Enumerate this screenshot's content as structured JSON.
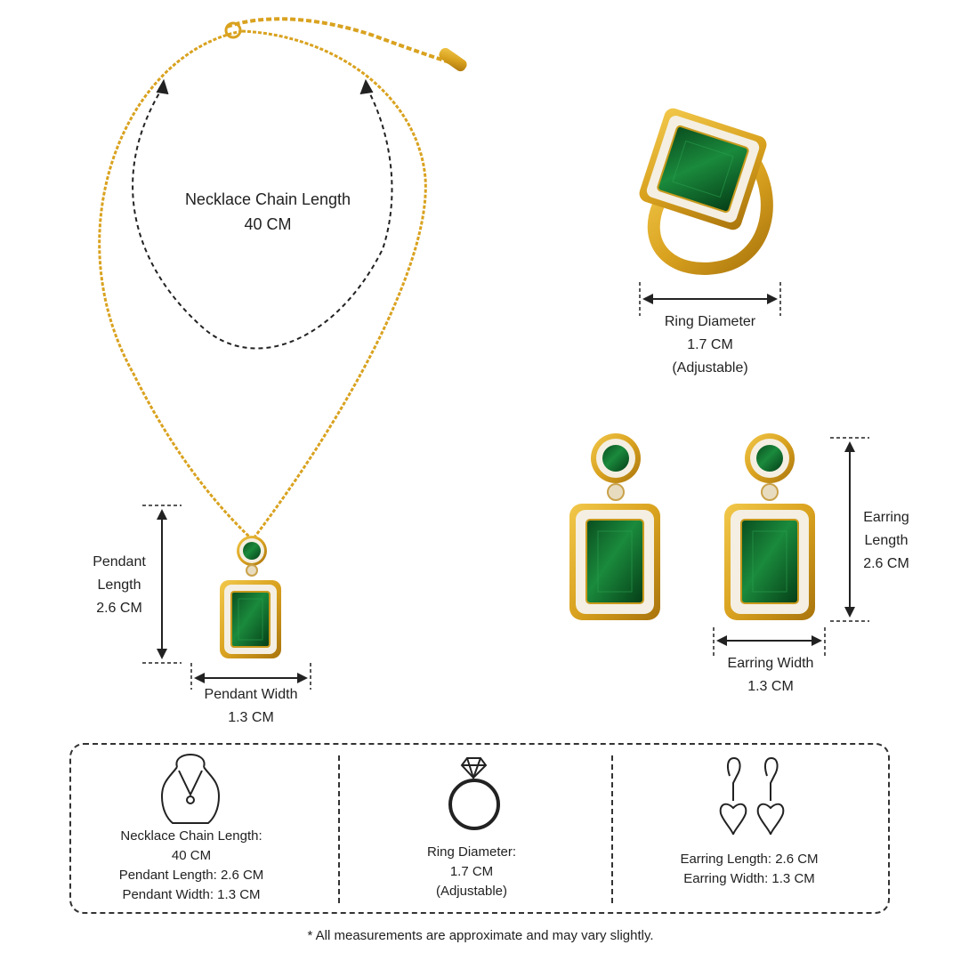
{
  "necklace": {
    "chain_label": "Necklace Chain Length",
    "chain_value": "40 CM",
    "pendant_length_label": "Pendant",
    "pendant_length_label2": "Length",
    "pendant_length_value": "2.6 CM",
    "pendant_width_label": "Pendant Width",
    "pendant_width_value": "1.3 CM"
  },
  "ring": {
    "diameter_label": "Ring Diameter",
    "diameter_value": "1.7 CM",
    "note": "(Adjustable)"
  },
  "earrings": {
    "length_label": "Earring",
    "length_label2": "Length",
    "length_value": "2.6 CM",
    "width_label": "Earring Width",
    "width_value": "1.3 CM"
  },
  "summary": {
    "necklace_lines": [
      "Necklace Chain Length:",
      "40 CM",
      "Pendant Length: 2.6 CM",
      "Pendant Width: 1.3 CM"
    ],
    "ring_lines": [
      "Ring Diameter:",
      "1.7 CM",
      "(Adjustable)"
    ],
    "earring_lines": [
      "Earring Length: 2.6 CM",
      "Earring Width: 1.3 CM"
    ]
  },
  "footnote": "* All measurements are approximate and may vary slightly.",
  "colors": {
    "gold": "#d9a21f",
    "gold_dark": "#b07d10",
    "emerald": "#0f6b2c",
    "emerald_dark": "#053d17",
    "crystal": "#f4efe2",
    "ink": "#222222"
  }
}
